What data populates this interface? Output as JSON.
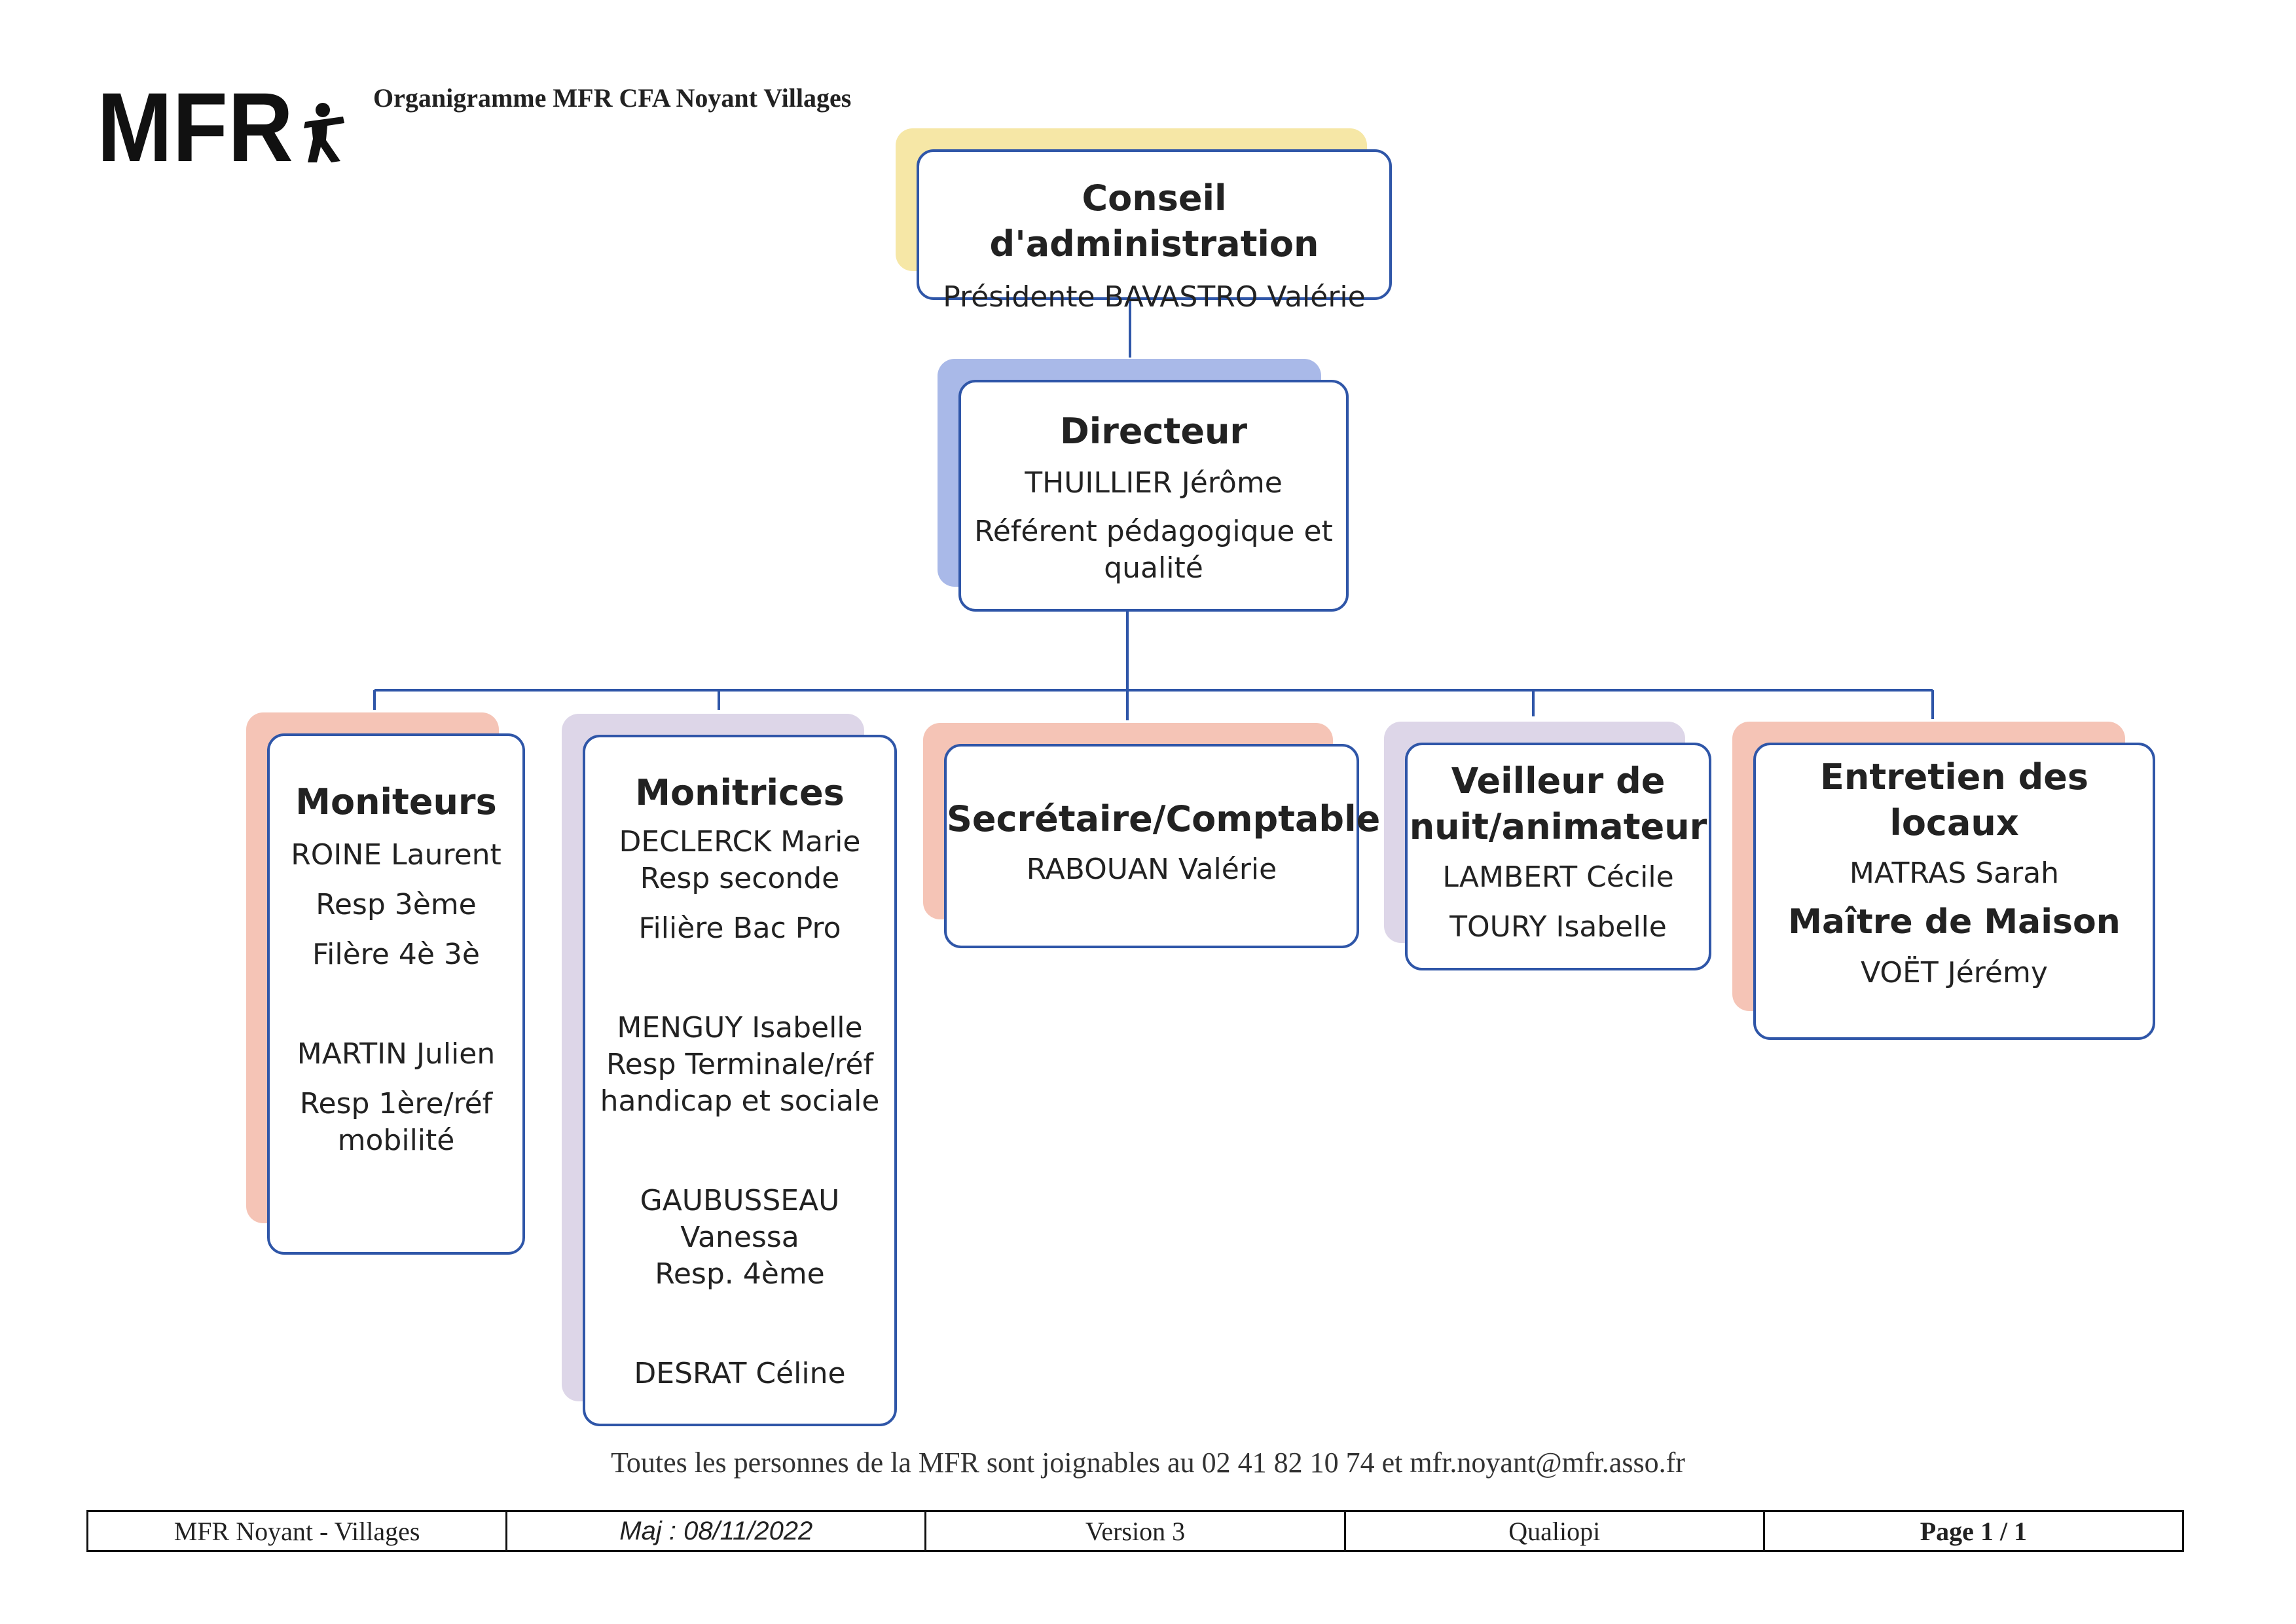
{
  "header": {
    "logo_text": "MFR",
    "title": "Organigramme MFR CFA Noyant Villages"
  },
  "colors": {
    "box_border": "#2f56a8",
    "connector": "#2f56a8",
    "shadow_yellow": "#f6e7a6",
    "shadow_blue": "#a9b9e8",
    "shadow_salmon": "#f5c4b6",
    "shadow_lavender": "#ddd6e8"
  },
  "chart": {
    "conseil": {
      "title": "Conseil d'administration",
      "lines": [
        "Présidente BAVASTRO Valérie"
      ]
    },
    "directeur": {
      "title": "Directeur",
      "lines": [
        "THUILLIER Jérôme",
        "Référent pédagogique et",
        "qualité"
      ]
    },
    "moniteurs": {
      "title": "Moniteurs",
      "lines": [
        "ROINE Laurent",
        "Resp 3ème",
        "Filère 4è 3è",
        "MARTIN Julien",
        "Resp 1ère/réf",
        "mobilité"
      ]
    },
    "monitrices": {
      "title": "Monitrices",
      "lines": [
        "DECLERCK Marie",
        "Resp seconde",
        "Filière Bac Pro",
        "MENGUY Isabelle",
        "Resp Terminale/réf",
        "handicap et sociale",
        "GAUBUSSEAU",
        "Vanessa",
        "Resp. 4ème",
        "DESRAT Céline"
      ]
    },
    "secretaire": {
      "title": "Secrétaire/Comptable",
      "lines": [
        "RABOUAN Valérie"
      ]
    },
    "veilleur": {
      "title_line1": "Veilleur de",
      "title_line2": "nuit/animateur",
      "lines": [
        "LAMBERT Cécile",
        "TOURY Isabelle"
      ]
    },
    "entretien": {
      "title": "Entretien des locaux",
      "lines": [
        "MATRAS Sarah"
      ],
      "subtitle": "Maître de Maison",
      "lines2": [
        "VOËT Jérémy"
      ]
    }
  },
  "footer": {
    "contact": "Toutes les personnes de la MFR sont joignables au 02 41 82 10 74 et mfr.noyant@mfr.asso.fr",
    "cells": [
      "MFR Noyant - Villages",
      "Maj : 08/11/2022",
      "Version 3",
      "Qualiopi",
      "Page 1 / 1"
    ]
  }
}
